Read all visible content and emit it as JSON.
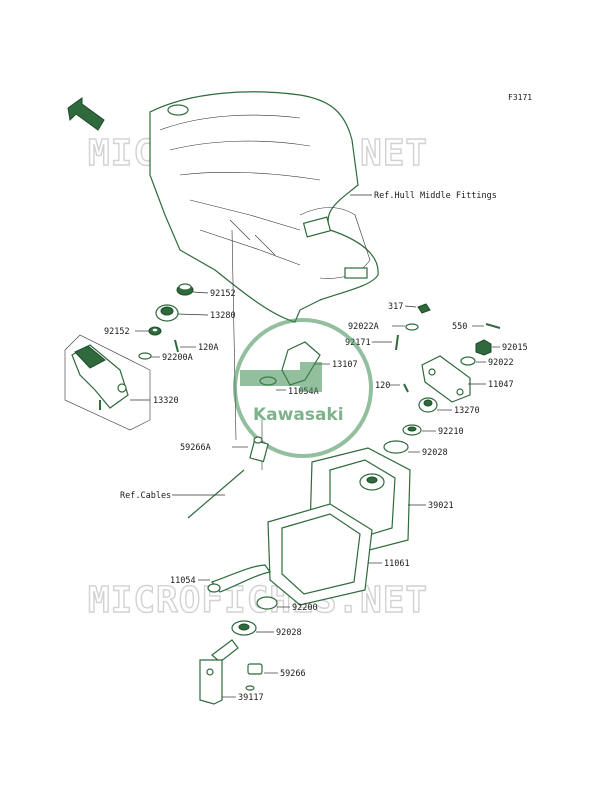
{
  "figure_id": "F3171",
  "front_label": "FRONT",
  "watermark": "MICROFICHES.NET",
  "logo_text": "Kawasaki",
  "colors": {
    "part_stroke": "#2f6a3d",
    "logo": "#3a8a4e",
    "watermark": "#d2d2d2"
  },
  "labels": {
    "hull_middle": "Ref.Hull Middle Fittings",
    "p92152a": "92152",
    "p13280": "13280",
    "p92152b": "92152",
    "p120a": "120A",
    "p92200a": "92200A",
    "p13320": "13320",
    "p317": "317",
    "p92022a": "92022A",
    "p92171": "92171",
    "p13107": "13107",
    "p11054a": "11054A",
    "p550": "550",
    "p92015": "92015",
    "p92022": "92022",
    "p11047": "11047",
    "p120": "120",
    "p13270": "13270",
    "p92210": "92210",
    "p59266a": "59266A",
    "p92028a": "92028",
    "ref_cables": "Ref.Cables",
    "p39021": "39021",
    "p11061": "11061",
    "p11054": "11054",
    "p92200": "92200",
    "p92028b": "92028",
    "p59266": "59266",
    "p39117": "39117"
  }
}
